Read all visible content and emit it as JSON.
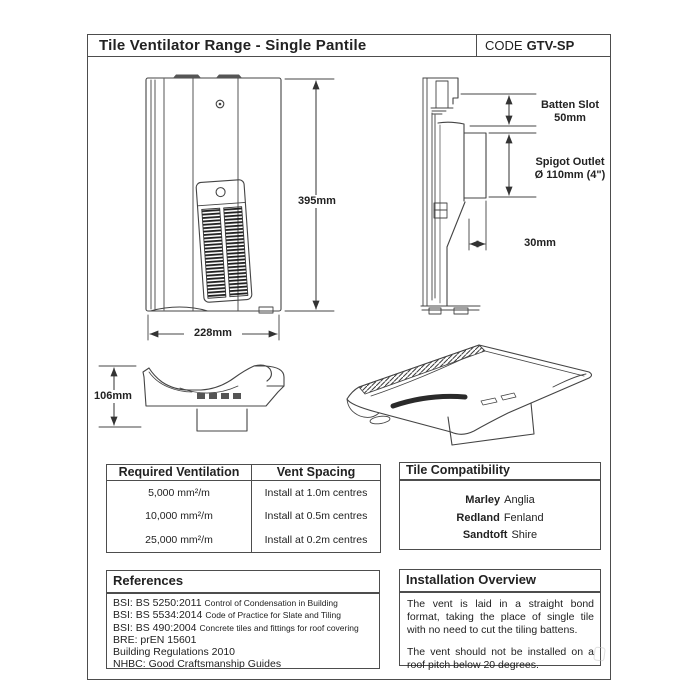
{
  "colors": {
    "ink": "#222222",
    "line": "#444444",
    "paper": "#ffffff"
  },
  "header": {
    "title": "Tile Ventilator Range - Single Pantile",
    "code_label": "CODE",
    "code_value": "GTV-SP"
  },
  "diagram": {
    "front_height": "395mm",
    "front_width": "228mm",
    "profile_height": "106mm",
    "batten_slot_label": "Batten Slot",
    "batten_slot_value": "50mm",
    "spigot_label": "Spigot Outlet",
    "spigot_value": "Ø 110mm (4\")",
    "offset_value": "30mm"
  },
  "ventilation_table": {
    "headers": [
      "Required Ventilation",
      "Vent Spacing"
    ],
    "rows": [
      [
        "5,000 mm²/m",
        "Install at 1.0m centres"
      ],
      [
        "10,000 mm²/m",
        "Install at 0.5m centres"
      ],
      [
        "25,000 mm²/m",
        "Install at 0.2m centres"
      ]
    ]
  },
  "tile_compatibility": {
    "title": "Tile Compatibility",
    "tiles": [
      {
        "brand": "Marley",
        "model": "Anglia"
      },
      {
        "brand": "Redland",
        "model": "Fenland"
      },
      {
        "brand": "Sandtoft",
        "model": "Shire"
      }
    ]
  },
  "references": {
    "title": "References",
    "items": [
      {
        "main": "BSI: BS 5250:2011",
        "detail": "Control of Condensation in Building"
      },
      {
        "main": "BSI: BS 5534:2014",
        "detail": "Code of Practice for Slate and Tiling"
      },
      {
        "main": "BSI: BS 490:2004",
        "detail": "Concrete tiles and fittings for roof covering"
      },
      {
        "main": "BRE: prEN 15601",
        "detail": ""
      },
      {
        "main": "Building Regulations 2010",
        "detail": ""
      },
      {
        "main": "NHBC: Good Craftsmanship Guides",
        "detail": ""
      }
    ]
  },
  "installation": {
    "title": "Installation Overview",
    "paragraphs": [
      "The vent is laid in a straight bond format, taking the place of single tile with no need to cut the tiling battens.",
      "The vent should not be installed on a roof pitch below 20 degrees."
    ]
  }
}
